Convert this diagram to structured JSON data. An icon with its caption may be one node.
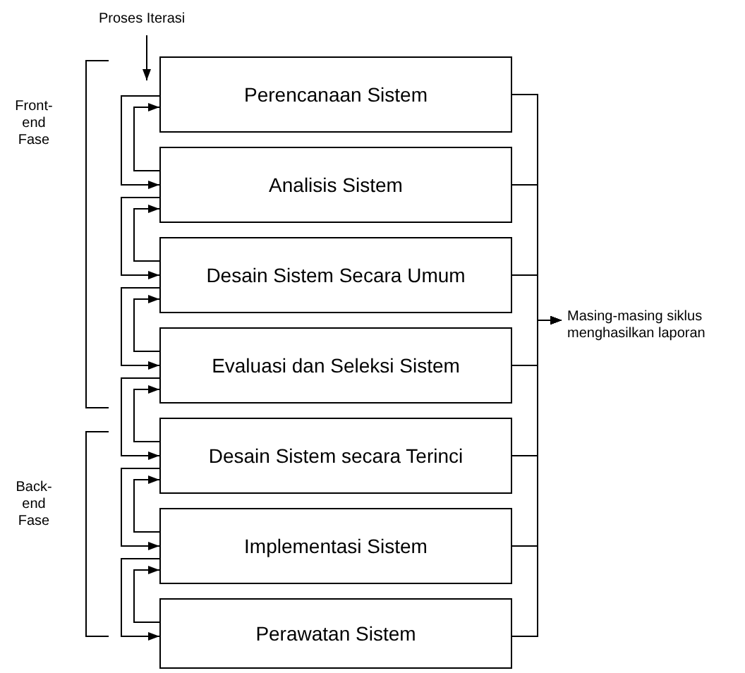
{
  "diagram": {
    "nodes": [
      {
        "text": [
          "Proses Iterasi"
        ]
      },
      {
        "text": [
          "Perencanaan Sistem"
        ]
      },
      {
        "text": [
          "Analisis Sistem"
        ]
      },
      {
        "text": [
          "Desain Sistem Secara Umum"
        ]
      },
      {
        "text": [
          "Evaluasi dan Seleksi Sistem"
        ]
      },
      {
        "text": [
          "Desain Sistem secara Terinci"
        ]
      },
      {
        "text": [
          "Implementasi Sistem"
        ]
      },
      {
        "text": [
          "Perawatan Sistem"
        ]
      },
      {
        "text": [
          "Masing-masing siklus menghasilkan laporan"
        ]
      }
    ],
    "edges": [
      {
        "from": 0,
        "to": 1,
        "arrow": "to"
      },
      {
        "from": 1,
        "to": 2,
        "arrow": "to"
      },
      {
        "from": 2,
        "to": 1,
        "arrow": "to"
      },
      {
        "from": 2,
        "to": 3,
        "arrow": "to"
      },
      {
        "from": 3,
        "to": 2,
        "arrow": "to"
      },
      {
        "from": 3,
        "to": 4,
        "arrow": "to"
      },
      {
        "from": 4,
        "to": 3,
        "arrow": "to"
      },
      {
        "from": 4,
        "to": 5,
        "arrow": "to"
      },
      {
        "from": 5,
        "to": 4,
        "arrow": "to"
      },
      {
        "from": 5,
        "to": 6,
        "arrow": "to"
      },
      {
        "from": 6,
        "to": 5,
        "arrow": "to"
      },
      {
        "from": 6,
        "to": 7,
        "arrow": "to"
      },
      {
        "from": 7,
        "to": 6,
        "arrow": "to"
      },
      {
        "from": 1,
        "to": 8,
        "arrow": "to"
      },
      {
        "from": 2,
        "to": 8,
        "arrow": "to"
      },
      {
        "from": 3,
        "to": 8,
        "arrow": "to"
      },
      {
        "from": 4,
        "to": 8,
        "arrow": "to"
      },
      {
        "from": 5,
        "to": 8,
        "arrow": "to"
      },
      {
        "from": 6,
        "to": 8,
        "arrow": "to"
      },
      {
        "from": 7,
        "to": 8,
        "arrow": "to"
      }
    ],
    "labels": [
      "Front-end Fase",
      "Back-end Fase"
    ]
  }
}
